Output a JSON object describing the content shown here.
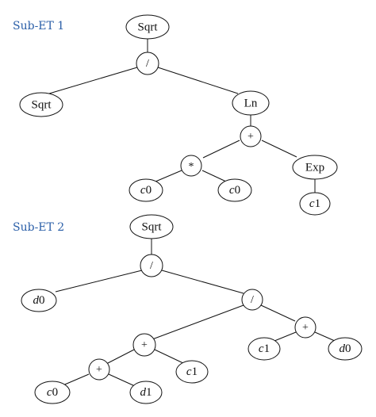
{
  "sub_et_1": {
    "label": "Sub-ET 1",
    "nodes": {
      "root_sqrt": "Sqrt",
      "div": "/",
      "left_sqrt": "Sqrt",
      "ln": "Ln",
      "plus": "+",
      "mul": "*",
      "exp": "Exp",
      "c0_a": {
        "letter": "c",
        "index": "0"
      },
      "c0_b": {
        "letter": "c",
        "index": "0"
      },
      "c1": {
        "letter": "c",
        "index": "1"
      }
    }
  },
  "sub_et_2": {
    "label": "Sub-ET 2",
    "nodes": {
      "root_sqrt": "Sqrt",
      "div_top": "/",
      "d0_left": {
        "letter": "d",
        "index": "0"
      },
      "div_right": "/",
      "plus_right": "+",
      "plus_mid": "+",
      "plus_low": "+",
      "c1_right": {
        "letter": "c",
        "index": "1"
      },
      "d0_right": {
        "letter": "d",
        "index": "0"
      },
      "c1_mid": {
        "letter": "c",
        "index": "1"
      },
      "c0_low": {
        "letter": "c",
        "index": "0"
      },
      "d1_low": {
        "letter": "d",
        "index": "1"
      }
    }
  },
  "colors": {
    "label": "#2b5fa8",
    "stroke": "#111111",
    "node_fill": "#ffffff"
  }
}
